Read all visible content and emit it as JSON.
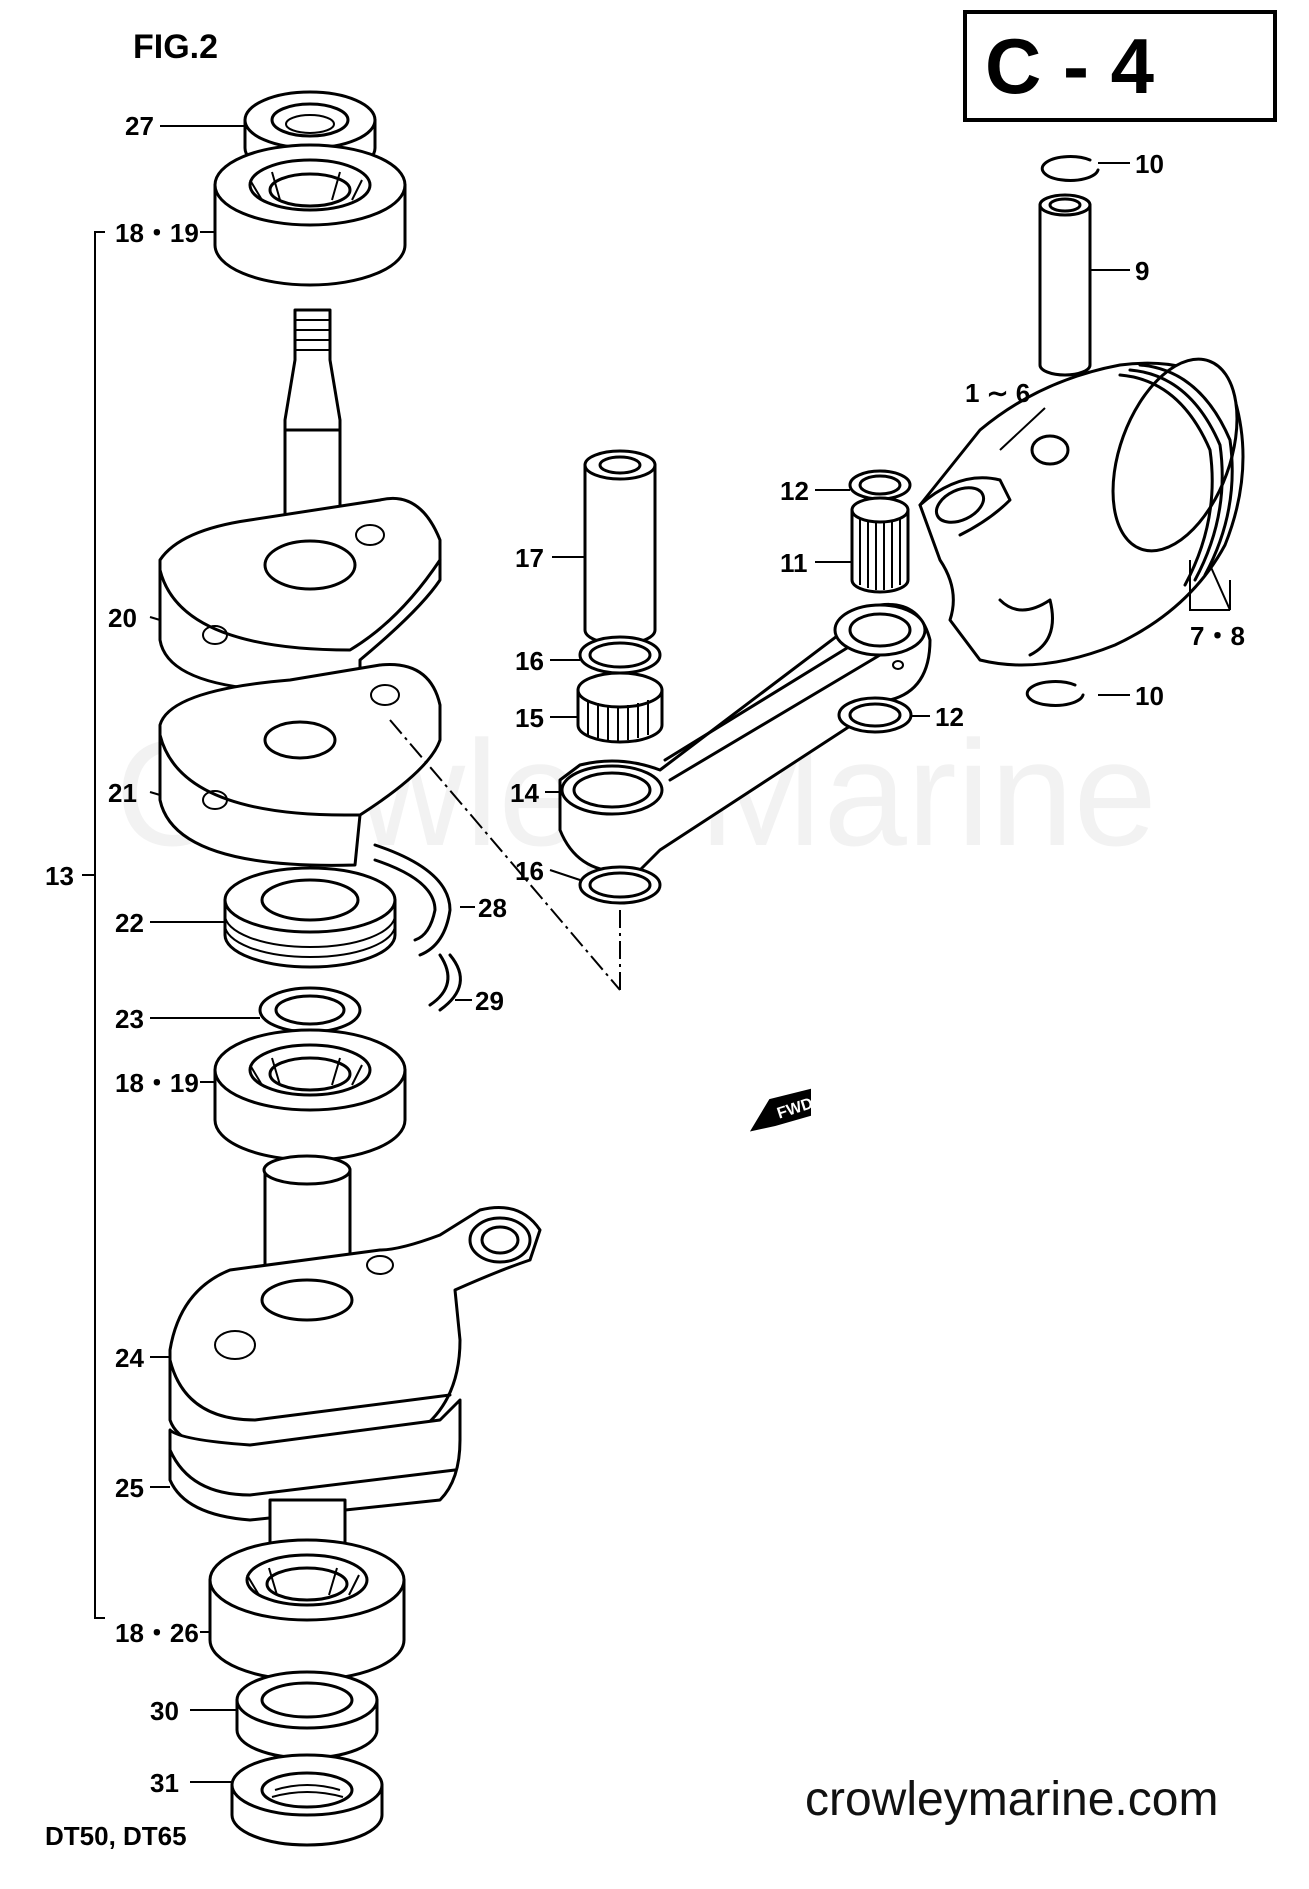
{
  "figure": {
    "title": "FIG.2",
    "code": "C - 4",
    "models": "DT50, DT65"
  },
  "watermark": "Crowley Marine",
  "website": "crowleymarine.com",
  "direction_label": "FWD",
  "callouts": [
    {
      "id": "c27",
      "text": "27"
    },
    {
      "id": "c18-19-top",
      "text": "18・19"
    },
    {
      "id": "c20",
      "text": "20"
    },
    {
      "id": "c21",
      "text": "21"
    },
    {
      "id": "c13",
      "text": "13"
    },
    {
      "id": "c22",
      "text": "22"
    },
    {
      "id": "c28",
      "text": "28"
    },
    {
      "id": "c29",
      "text": "29"
    },
    {
      "id": "c23",
      "text": "23"
    },
    {
      "id": "c18-19-mid",
      "text": "18・19"
    },
    {
      "id": "c24",
      "text": "24"
    },
    {
      "id": "c25",
      "text": "25"
    },
    {
      "id": "c18-26",
      "text": "18・26"
    },
    {
      "id": "c30",
      "text": "30"
    },
    {
      "id": "c31",
      "text": "31"
    },
    {
      "id": "c17",
      "text": "17"
    },
    {
      "id": "c16-top",
      "text": "16"
    },
    {
      "id": "c15",
      "text": "15"
    },
    {
      "id": "c14",
      "text": "14"
    },
    {
      "id": "c16-bot",
      "text": "16"
    },
    {
      "id": "c12-top",
      "text": "12"
    },
    {
      "id": "c11",
      "text": "11"
    },
    {
      "id": "c12-bot",
      "text": "12"
    },
    {
      "id": "c1-6",
      "text": "1 ∼ 6"
    },
    {
      "id": "c10-top",
      "text": "10"
    },
    {
      "id": "c9",
      "text": "9"
    },
    {
      "id": "c7-8",
      "text": "7・8"
    },
    {
      "id": "c10-bot",
      "text": "10"
    }
  ]
}
